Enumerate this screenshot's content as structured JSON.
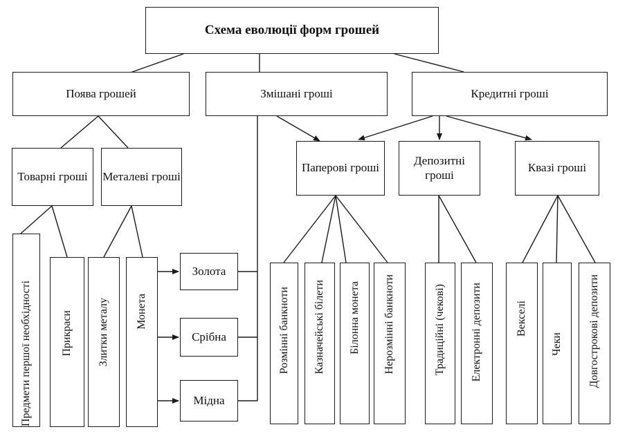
{
  "colors": {
    "stroke": "#1a1a1a",
    "background": "#ffffff",
    "text": "#111111"
  },
  "title": "Схема еволюції форм грошей",
  "level1": {
    "emergence": "Поява грошей",
    "mixed": "Змішані гроші",
    "credit": "Кредитні гроші"
  },
  "level2": {
    "commodity": "Товарні гроші",
    "metal": "Металеві гроші",
    "paper": "Паперові гроші",
    "deposit": "Депозитні гроші",
    "quasi": "Квазі гроші"
  },
  "coins": {
    "gold": "Золота",
    "silver": "Срібна",
    "copper": "Мідна"
  },
  "leaves": {
    "necessities": "Предмети першої необхідності",
    "jewelry": "Прикраси",
    "ingots": "Злитки металу",
    "coin": "Монета",
    "exchangeable": "Розмінні банкноти",
    "treasury": "Казначейські білети",
    "billon": "Білонна монета",
    "nonexchangeable": "Нерозмінні банкноти",
    "traditional": "Традиційні (чекові)",
    "electronic": "Електронні депозити",
    "bills": "Векселі",
    "cheques": "Чеки",
    "longterm": "Довгострокові депозити"
  }
}
